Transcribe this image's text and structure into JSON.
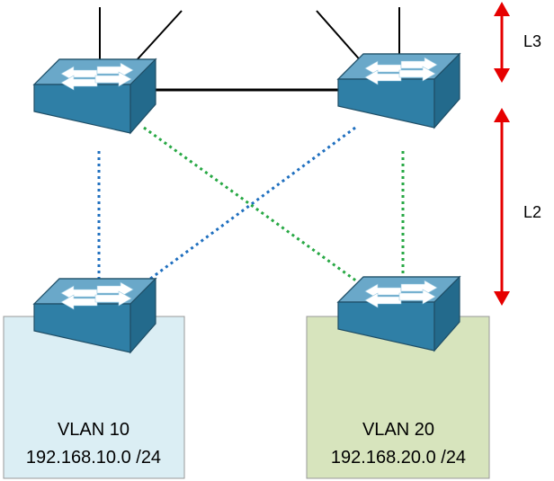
{
  "layers": {
    "l3": "L3",
    "l2": "L2"
  },
  "vlans": [
    {
      "name": "VLAN 10",
      "subnet": "192.168.10.0 /24",
      "fill": "#dbeef4"
    },
    {
      "name": "VLAN 20",
      "subnet": "192.168.20.0 /24",
      "fill": "#d7e4bd"
    }
  ],
  "colors": {
    "switch_top": "#5b9bbf",
    "switch_front": "#2f7fa6",
    "switch_side": "#236a8c",
    "switch_outline": "#1f4e66",
    "arrow": "#ffffff",
    "link_blue": "#1f6fbf",
    "link_green": "#27a844",
    "layer_arrow": "#e60000",
    "uplink": "#000000"
  },
  "icons": {
    "switch": "network-switch-icon",
    "layer_range": "double-headed-arrow-icon"
  }
}
